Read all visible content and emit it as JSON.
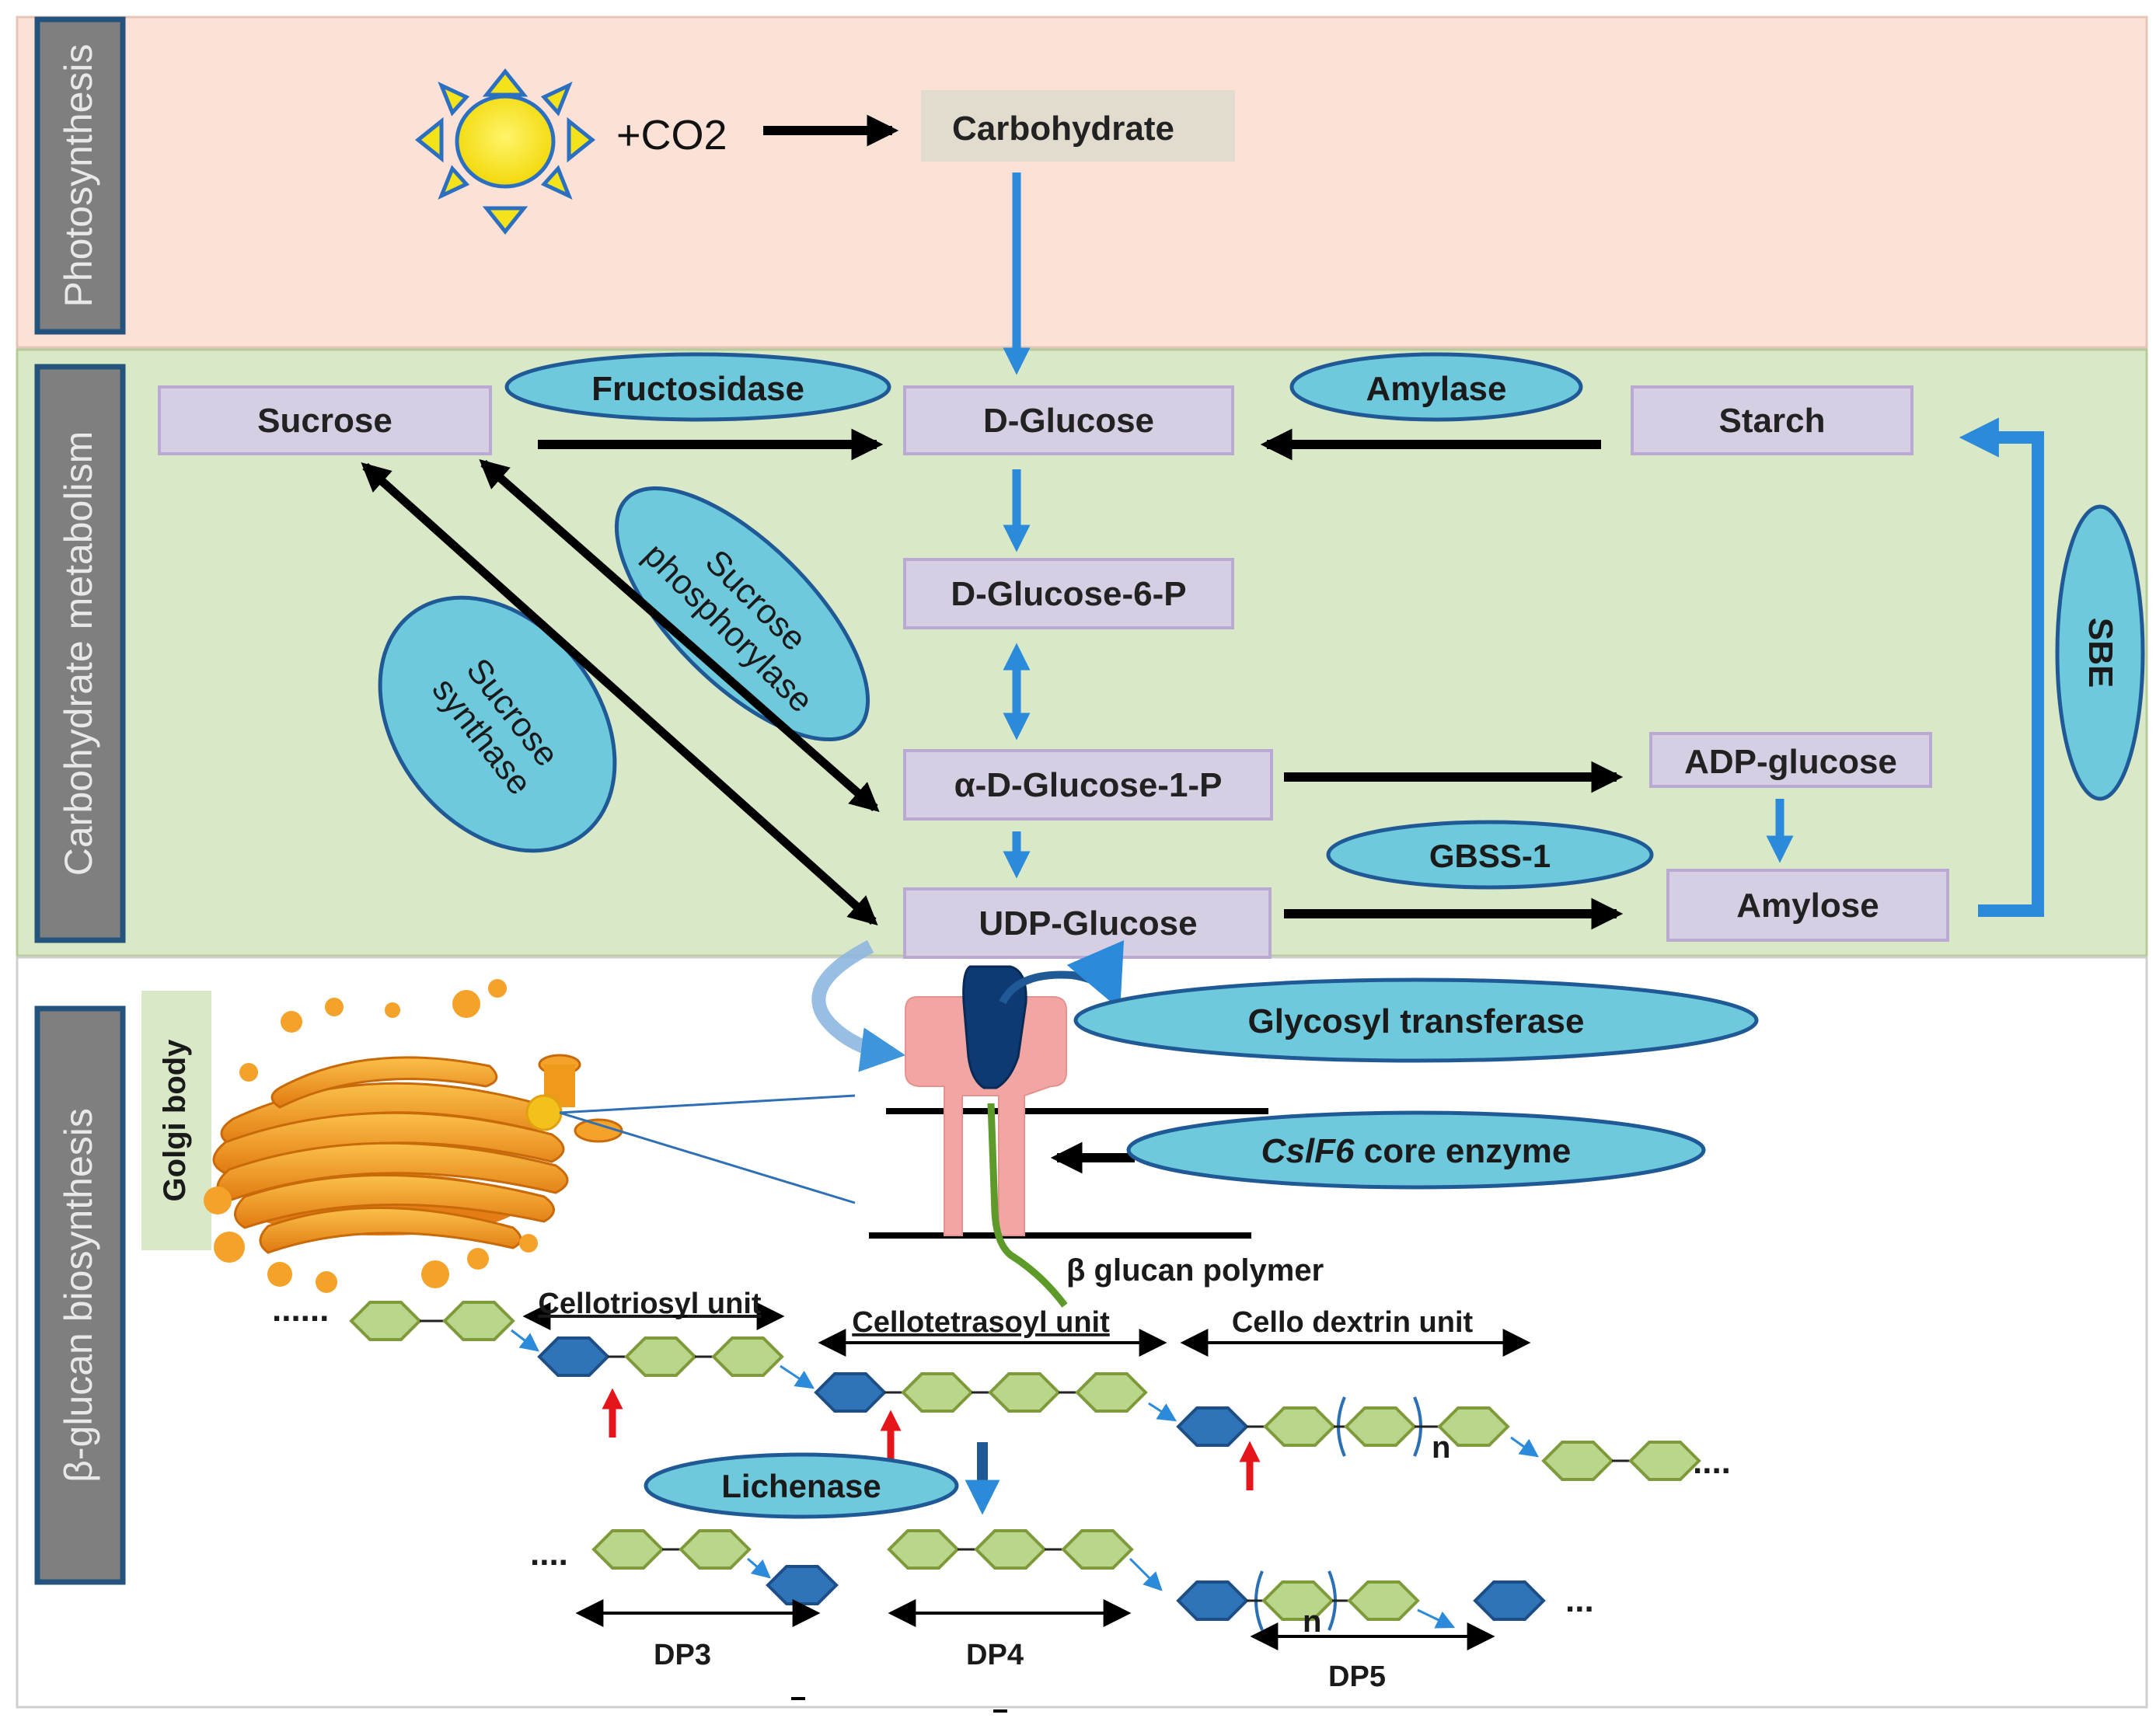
{
  "sections": {
    "photosynthesis": "Photosynthesis",
    "carb_metabolism": "Carbohydrate metabolism",
    "bglucan": "β-glucan biosynthesis"
  },
  "photosynthesis": {
    "co2": "+CO2",
    "carbohydrate": "Carbohydrate"
  },
  "metabolites": {
    "sucrose": "Sucrose",
    "d_glucose": "D-Glucose",
    "starch": "Starch",
    "d_glucose_6_p": "D-Glucose-6-P",
    "a_d_glucose_1_p": "α-D-Glucose-1-P",
    "udp_glucose": "UDP-Glucose",
    "adp_glucose": "ADP-glucose",
    "amylose": "Amylose"
  },
  "enzymes": {
    "fructosidase": "Fructosidase",
    "amylase": "Amylase",
    "sucrose_phosphorylase_1": "Sucrose",
    "sucrose_phosphorylase_2": "phosphorylase",
    "sucrose_synthase_1": "Sucrose",
    "sucrose_synthase_2": "synthase",
    "sbe": "SBE",
    "gbss1": "GBSS-1",
    "glycosyl_transferase": "Glycosyl transferase",
    "cslf6_italic": "CslF6",
    "cslf6_rest": " core enzyme",
    "lichenase": "Lichenase"
  },
  "biosynthesis": {
    "golgi_body": "Golgi body",
    "polymer": "β glucan polymer",
    "cellotriosyl": "Cellotriosyl unit",
    "cellotetrasoyl": "Cellotetrasoyl unit",
    "cello_dextrin": "Cello dextrin unit",
    "n": "n",
    "dots_long": "......",
    "dots": "....",
    "dots_short": "...",
    "dp3": "DP3",
    "dp4": "DP4",
    "dp5": "DP5"
  },
  "colors": {
    "photo_bg": "#fbe1d6",
    "carb_bg": "#d9e8c6",
    "box_fill": "#d6cfe3",
    "box_stroke": "#b9a9d3",
    "ellipse_fill": "#6ec9dd",
    "ellipse_stroke": "#1f5a96",
    "blue_arrow": "#2b8ad9",
    "green_hex": "#b9d68a",
    "green_hex_stroke": "#7f9a3a",
    "blue_hex": "#2f74b8",
    "golgi": "#f09a1c"
  }
}
